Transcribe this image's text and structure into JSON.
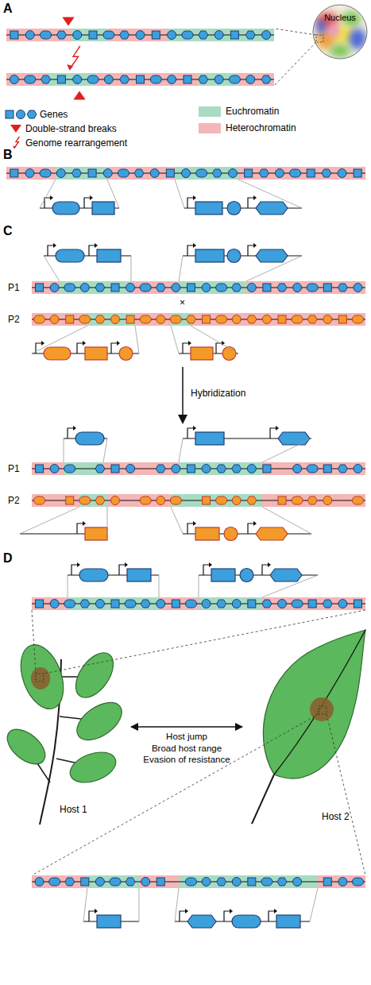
{
  "diagram": {
    "nodes": [
      {
        "text": [
          "Nucleus"
        ]
      },
      {
        "text": [
          "Host 1"
        ]
      },
      {
        "text": [
          "Host 2"
        ]
      }
    ],
    "edges": [
      {
        "from": 1,
        "to": 2,
        "arrow": "both",
        "label": "Host jump"
      }
    ],
    "labels": [
      "A",
      "B",
      "C",
      "P1",
      "×",
      "P2",
      "Hybridization",
      "P1",
      "P2",
      "D",
      "Broad host range",
      "Evasion of resistance"
    ],
    "legend": [
      {
        "text": "Genes"
      },
      {
        "text": "Euchromatin",
        "color": "#a8dcc2"
      },
      {
        "text": "Double-strand breaks"
      },
      {
        "text": "Heterochromatin",
        "color": "#f4b6b6"
      },
      {
        "text": "Genome rearrangement"
      }
    ]
  }
}
